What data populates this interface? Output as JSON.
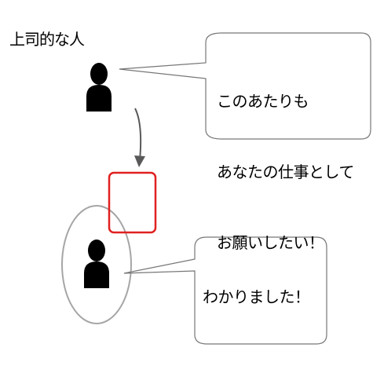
{
  "boss": {
    "label": "上司的な人",
    "speech": [
      "このあたりも",
      "あなたの仕事として",
      "お願いしたい！"
    ]
  },
  "subordinate": {
    "speech": "わかりました！"
  },
  "colors": {
    "highlight_box": "#e02020",
    "circle": "#a6a6a6",
    "arrow": "#595959",
    "bubble_border": "#777777",
    "person": "#000000"
  },
  "icons": [
    "person-icon",
    "person-icon",
    "arrow-down-icon"
  ]
}
